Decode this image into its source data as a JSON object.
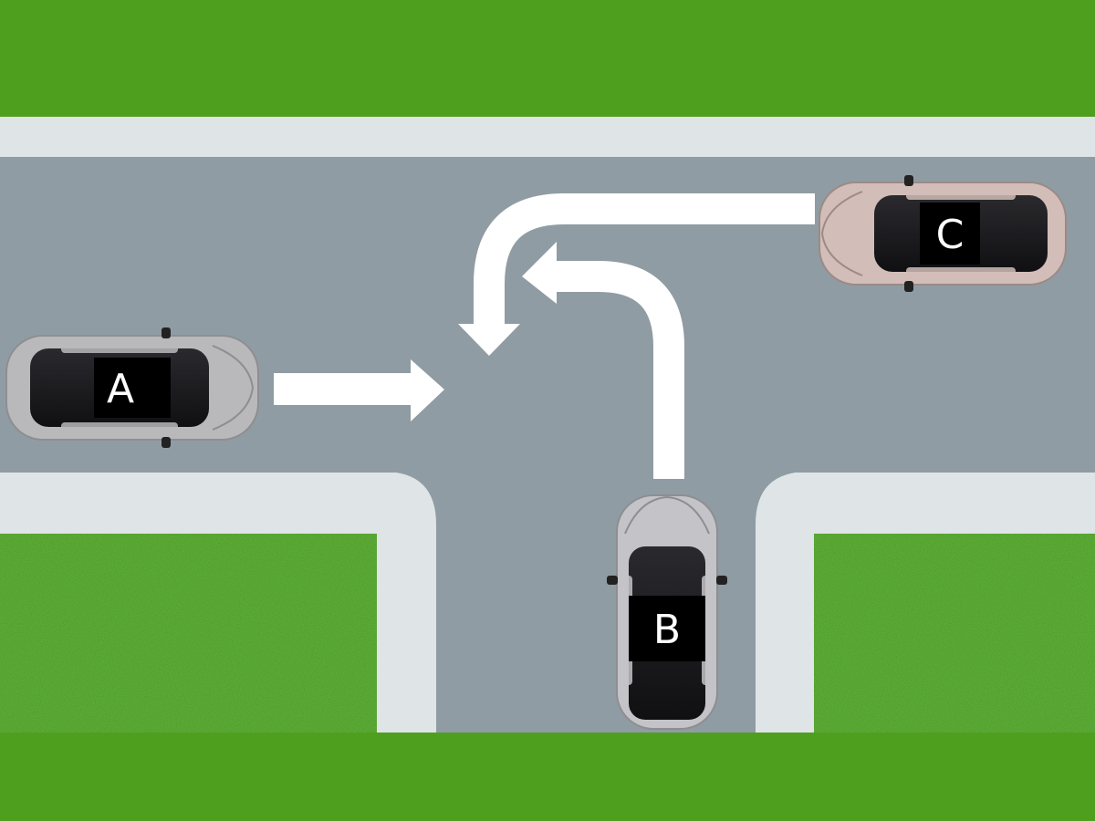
{
  "cars": [
    {
      "id": "A",
      "label": "A",
      "color": "#b9b9bb",
      "heading": "east",
      "movement": "straight"
    },
    {
      "id": "B",
      "label": "B",
      "color": "#c3c3c8",
      "heading": "north",
      "movement": "left-turn"
    },
    {
      "id": "C",
      "label": "C",
      "color": "#d2bdb8",
      "heading": "west",
      "movement": "left-turn"
    }
  ],
  "colors": {
    "grass_band": "#4f9f1f",
    "lawn": "#4a9a24",
    "sidewalk": "#dfe5e6",
    "road": "#909ca3",
    "arrow": "#ffffff",
    "label_bg": "#000000",
    "label_text": "#ffffff"
  }
}
